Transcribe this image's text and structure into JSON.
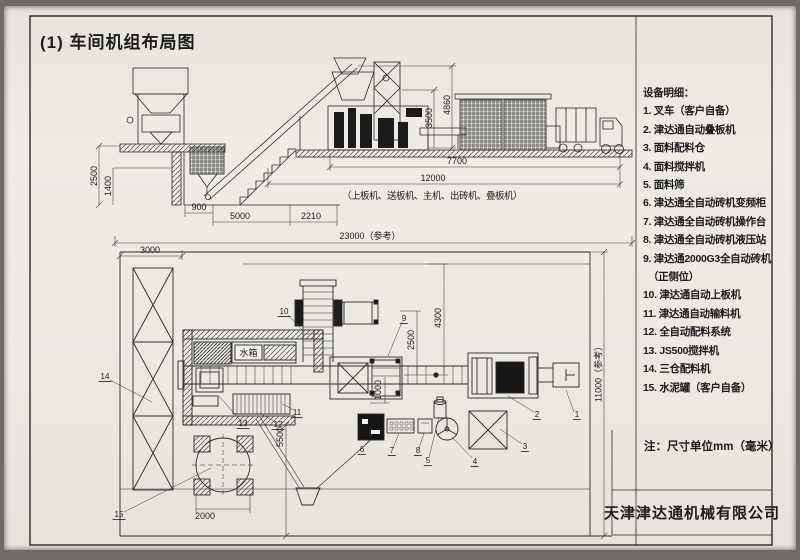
{
  "title": "(1) 车间机组布局图",
  "equipment": {
    "heading": "设备明细：",
    "items": [
      "1. 叉车（客户自备）",
      "2. 津达通自动叠板机",
      "3. 面料配料仓",
      "4. 面料搅拌机",
      "5. 面料筛",
      "6. 津达通全自动砖机变频柜",
      "7. 津达通全自动砖机操作台",
      "8. 津达通全自动砖机液压站",
      "9. 津达通2000G3全自动砖机\n　（正侧位）",
      "10. 津达通自动上板机",
      "11. 津达通自动输料机",
      "12. 全自动配料系统",
      "13. JS500搅拌机",
      "14. 三仓配料机",
      "15. 水泥罐（客户自备）"
    ]
  },
  "note": "注：尺寸单位mm（毫米）",
  "company": "天津津达通机械有限公司",
  "elevation": {
    "machine_group_note": "（上板机、送板机、主机、出砖机、叠板机）",
    "dims": {
      "h4860": "4860",
      "h3500": "3500",
      "w7700": "7700",
      "w12000": "12000",
      "h2500": "2500",
      "h1400": "1400",
      "w900": "900",
      "w5000": "5000",
      "w2210": "2210",
      "w23000": "23000（参考）"
    }
  },
  "plan": {
    "water_tank": "水箱",
    "dims": {
      "w3000": "3000",
      "h11000": "11000（参考）",
      "h2500": "2500",
      "h4300": "4300",
      "h1000": "1000",
      "h5500": "5500",
      "w2000": "2000"
    }
  },
  "callouts": {
    "c1": "1",
    "c2": "2",
    "c3": "3",
    "c4": "4",
    "c5": "5",
    "c6": "6",
    "c7": "7",
    "c8": "8",
    "c9": "9",
    "c10": "10",
    "c11": "11",
    "c12": "12",
    "c13": "13",
    "c14": "14",
    "c15": "15"
  }
}
